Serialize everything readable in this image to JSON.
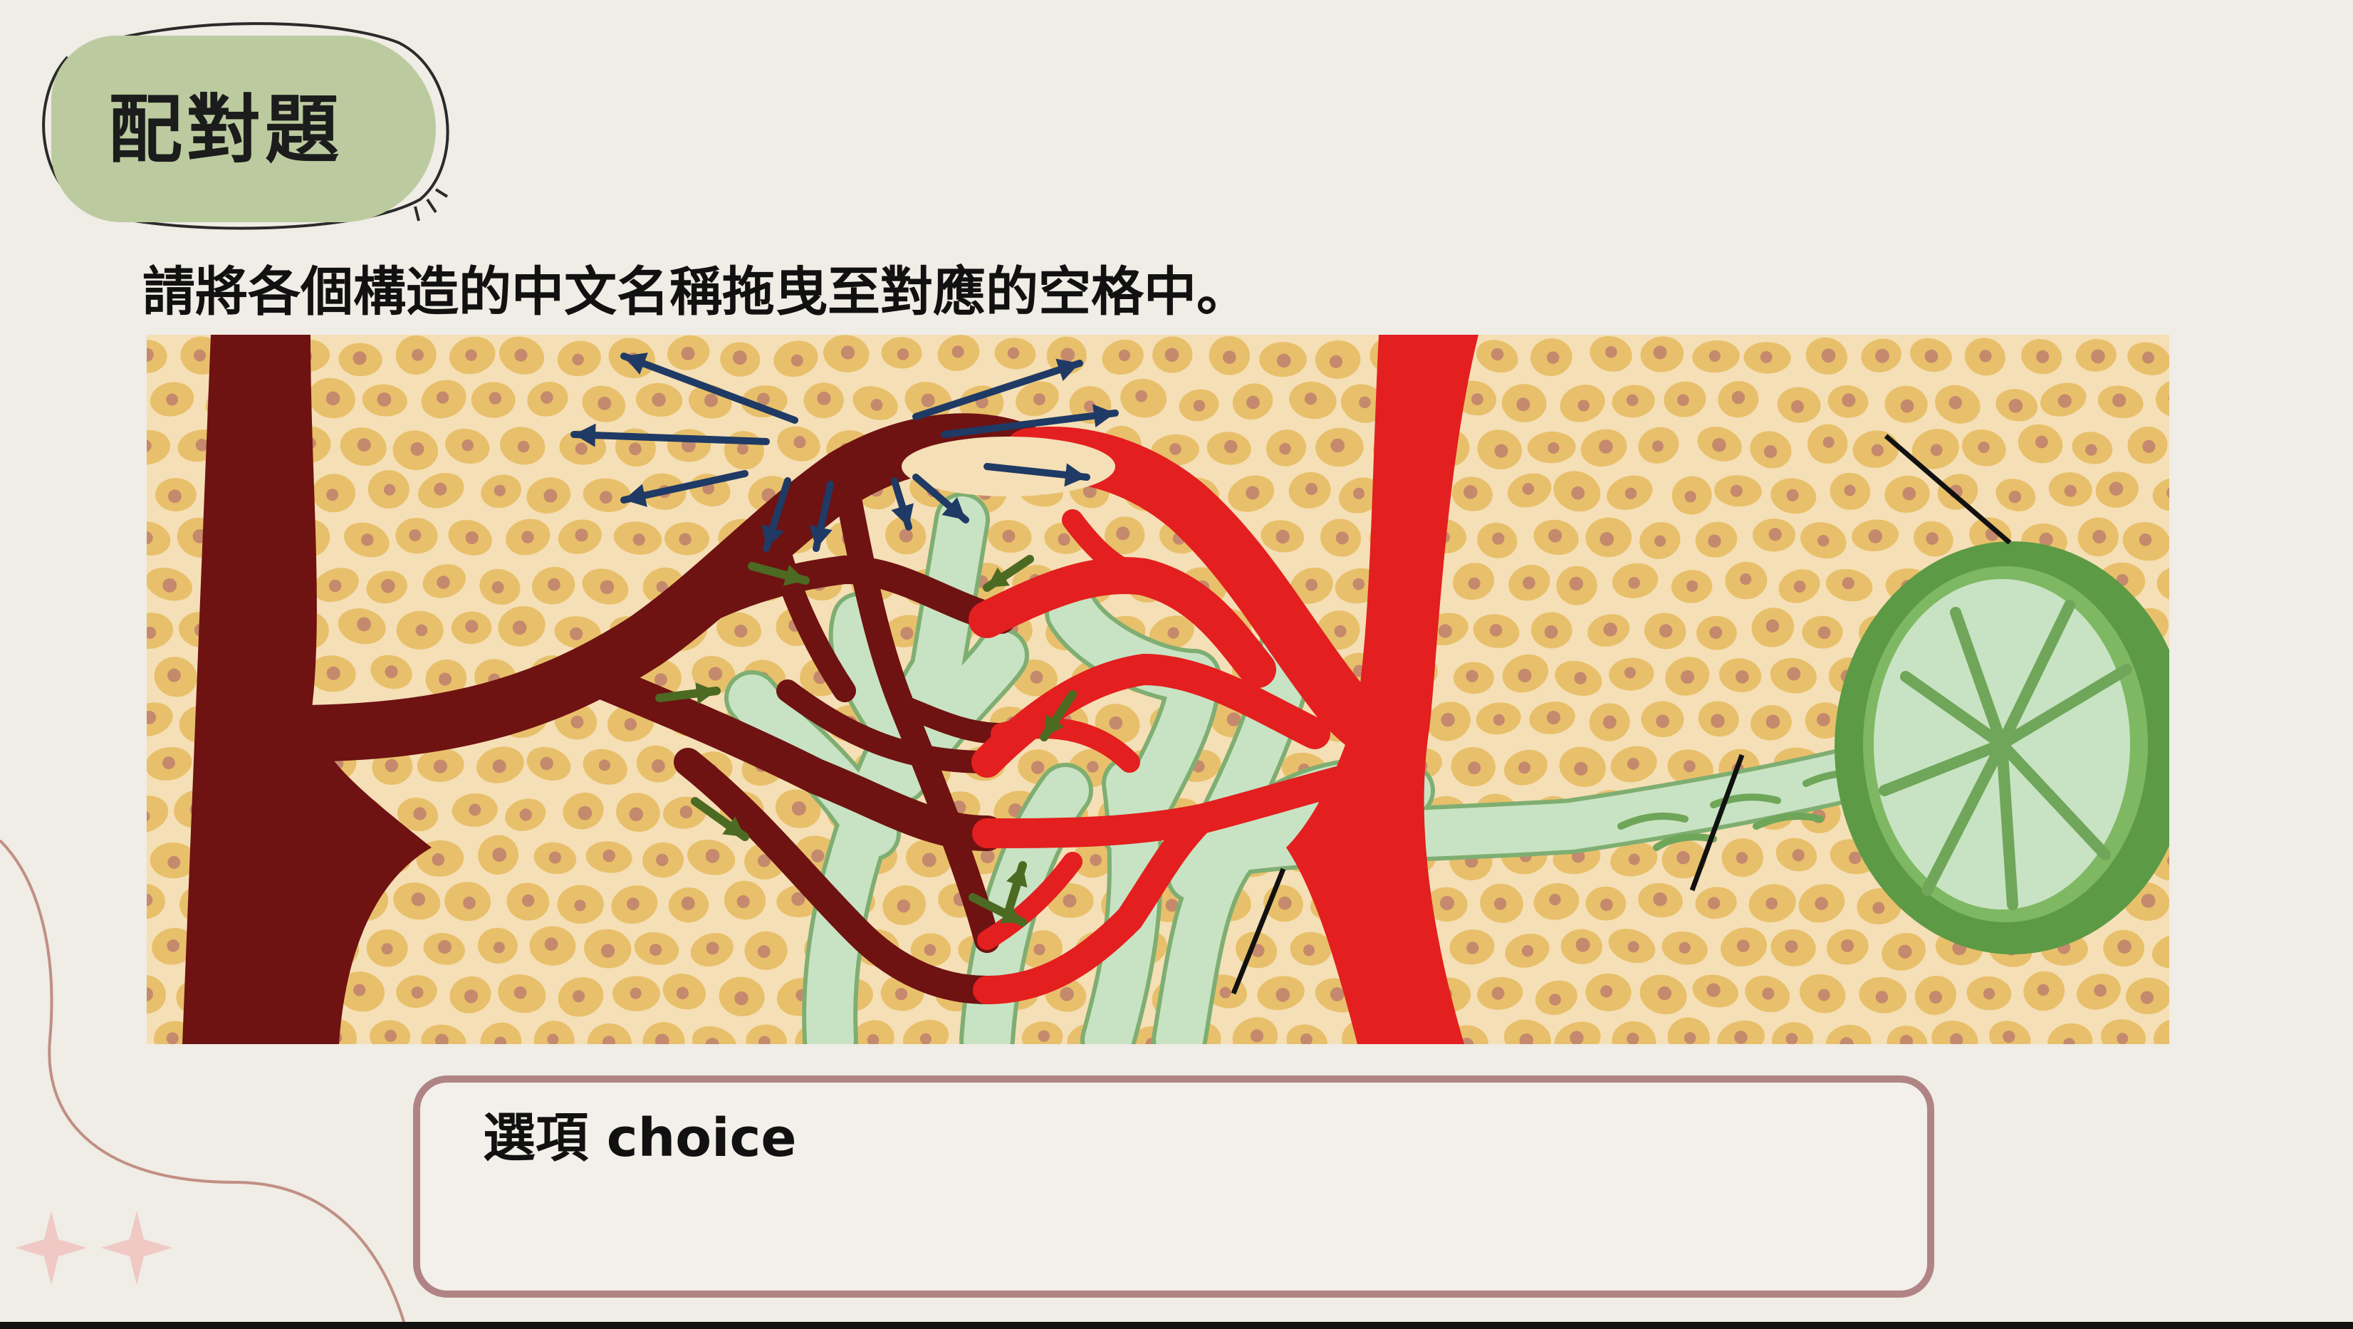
{
  "header": {
    "title": "配對題"
  },
  "instruction": "請將各個構造的中文名稱拖曳至對應的空格中。",
  "choice_box": {
    "label": "選項 choice"
  },
  "colors": {
    "background": "#f0ece6",
    "title_badge": "#bccb9f",
    "tissue_cell": "#e8c06b",
    "venous_blood": "#6e1212",
    "arterial_blood": "#e31f1f",
    "lymph_vessel": "#c8e3c3",
    "lymph_node_capsule": "#5d9a45",
    "diffusion_arrow_blue": "#1f3a64",
    "diffusion_arrow_green": "#4c6a22",
    "choice_border": "#b08484"
  }
}
